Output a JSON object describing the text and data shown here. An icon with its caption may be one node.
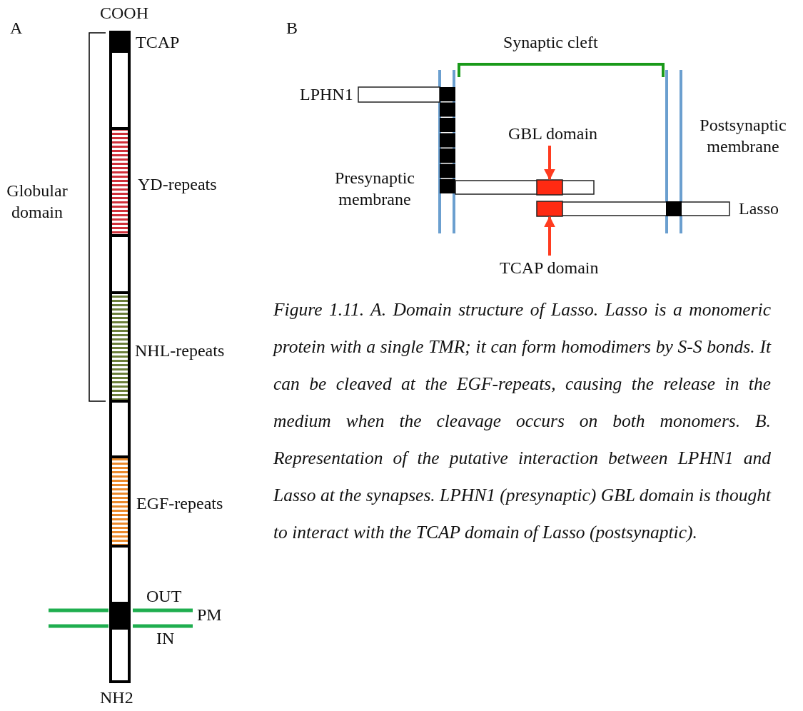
{
  "diagram": {
    "caption": "Figure 1.11. A. Domain structure of Lasso. Lasso is a monomeric protein with a single TMR; it can form homodimers by S-S bonds. It can be cleaved at the EGF-repeats, causing the release in the medium when the cleavage occurs on both monomers. B. Representation of the putative interaction between LPHN1 and Lasso at the synapses. LPHN1 (presynaptic) GBL domain is thought to interact with the TCAP domain of Lasso (postsynaptic).",
    "nodes": [
      {
        "text": [
          "GBL domain"
        ]
      },
      {
        "text": [],
        "shape": "box"
      },
      {
        "text": [],
        "shape": "box"
      },
      {
        "text": [
          "TCAP domain"
        ]
      }
    ],
    "edges": [
      {
        "from": 0,
        "to": 1,
        "arrow": "to",
        "color": "#ff3b1f"
      },
      {
        "from": 3,
        "to": 2,
        "arrow": "to",
        "color": "#ff3b1f"
      }
    ],
    "labels": [
      "A",
      "COOH",
      "TCAP",
      "Globular domain",
      "YD-repeats",
      "NHL-repeats",
      "EGF-repeats",
      "OUT",
      "PM",
      "IN",
      "NH2",
      "B",
      "Synaptic cleft",
      "LPHN1",
      "Postsynaptic membrane",
      "Presynaptic membrane",
      "Lasso"
    ]
  }
}
